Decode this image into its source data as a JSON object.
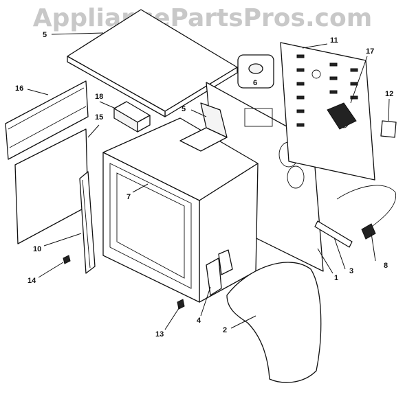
{
  "watermark": "AppliancePartsPros.com",
  "callouts": [
    {
      "id": "1",
      "label": "1"
    },
    {
      "id": "2",
      "label": "2"
    },
    {
      "id": "3",
      "label": "3"
    },
    {
      "id": "4",
      "label": "4"
    },
    {
      "id": "5a",
      "label": "5"
    },
    {
      "id": "5b",
      "label": "5"
    },
    {
      "id": "6",
      "label": "6"
    },
    {
      "id": "7",
      "label": "7"
    },
    {
      "id": "8",
      "label": "8"
    },
    {
      "id": "10",
      "label": "10"
    },
    {
      "id": "11",
      "label": "11"
    },
    {
      "id": "12",
      "label": "12"
    },
    {
      "id": "13",
      "label": "13"
    },
    {
      "id": "14",
      "label": "14"
    },
    {
      "id": "15",
      "label": "15"
    },
    {
      "id": "16",
      "label": "16"
    },
    {
      "id": "17",
      "label": "17"
    },
    {
      "id": "18",
      "label": "18"
    }
  ]
}
